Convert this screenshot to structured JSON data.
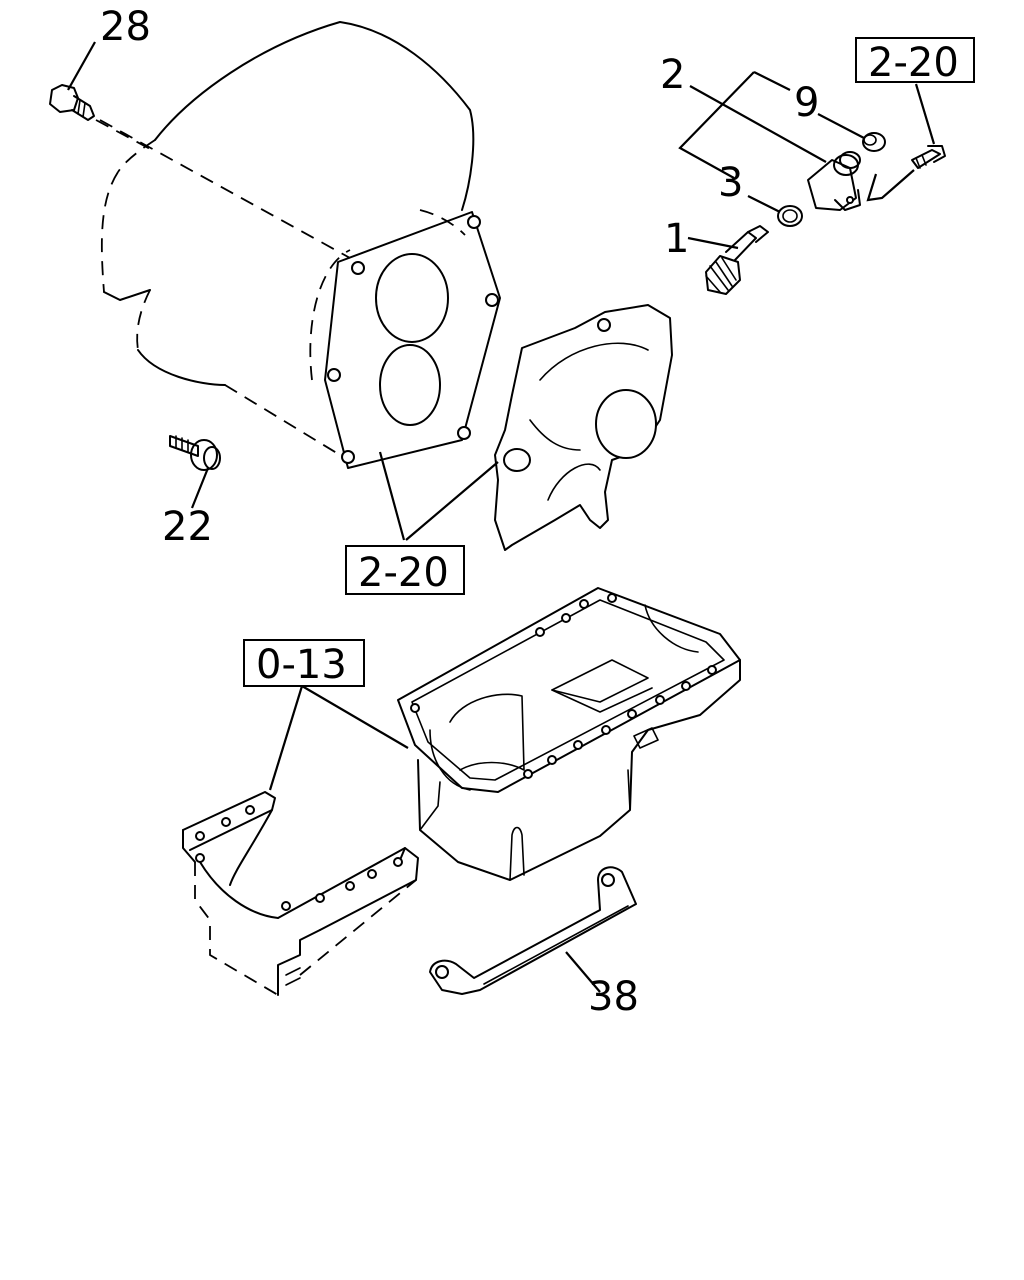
{
  "callouts": {
    "p28": "28",
    "p2": "2",
    "p9": "9",
    "p3": "3",
    "p1": "1",
    "p22": "22",
    "p38": "38"
  },
  "refs": {
    "ref_top_right": "2-20",
    "ref_middle": "2-20",
    "ref_oil_pan": "0-13"
  }
}
